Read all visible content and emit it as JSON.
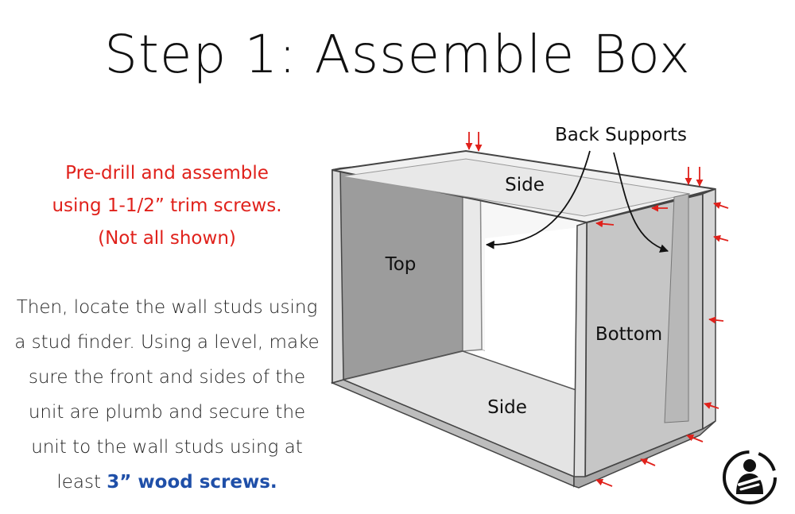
{
  "title": "Step 1: Assemble Box",
  "predrill": {
    "lines": [
      "Pre-drill and assemble",
      "using 1-1/2” trim screws.",
      "(Not all shown)"
    ],
    "color": "#e0211b"
  },
  "instructions": {
    "lines": [
      "Then, locate the wall studs using",
      "a stud finder. Using a level, make",
      "sure the front and sides of the",
      "unit are plumb and secure the",
      "unit to the wall studs using at"
    ],
    "last_prefix": "least ",
    "last_highlight": "3” wood screws.",
    "highlight_color": "#1f4fa8"
  },
  "diagram": {
    "labels": {
      "back_supports": "Back Supports",
      "side_top": "Side",
      "top": "Top",
      "bottom": "Bottom",
      "side_bottom": "Side"
    },
    "arrow_color": "#e0211b"
  },
  "logo": {
    "icon": "woodworker-logo-icon"
  }
}
